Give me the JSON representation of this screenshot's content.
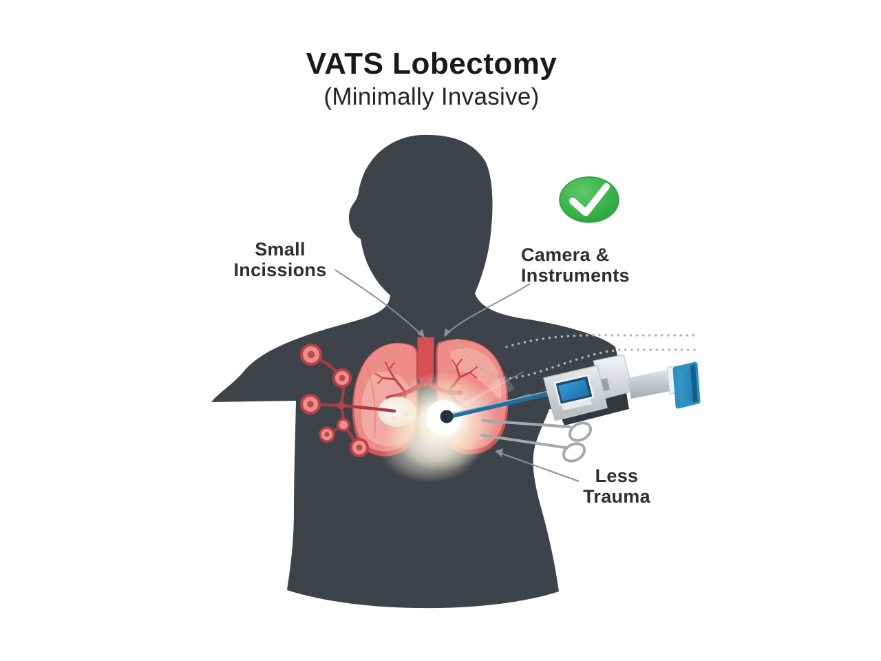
{
  "title": "VATS Lobectomy",
  "subtitle": "(Minimally Invasive)",
  "labels": {
    "small_incisions": {
      "line1": "Small",
      "line2": "Incissions"
    },
    "camera_instruments": {
      "line1": "Camera &",
      "line2": "Instruments"
    },
    "less_trauma": {
      "line1": "Less",
      "line2": "Trauma"
    }
  },
  "icons": {
    "check_icon": "white checkmark in green oval (benefit indicator)",
    "scissors_icon": "surgical scissors outline",
    "camera_device_icon": "thoracoscopic camera instrument",
    "body_silhouette": "dark torso silhouette",
    "lungs_illustration": "pink lungs with tumor and instrument entry glow",
    "port_nodes": "red small-incision port sites network"
  },
  "colors": {
    "bg": "#ffffff",
    "torso": "#3e434a",
    "torso_edge": "#33383e",
    "title_text": "#191919",
    "subtitle_text": "#242424",
    "label_text": "#2e2e2e",
    "check_green": "#3cb54a",
    "check_green_dark": "#2f9e3f",
    "check_mark": "#ffffff",
    "lung_rim": "#cf565c",
    "lung_outer": "#ee8c88",
    "lung_inner": "#f3a9a3",
    "airway": "#c8434a",
    "trachea": "#d65152",
    "vessel": "#a93b42",
    "node_fill": "#ef8d89",
    "node_ring": "#b5414a",
    "glow": "#f7efdc",
    "scope_blue": "#226f9e",
    "tip_navy": "#233240",
    "metal_light": "#eff1f2",
    "metal_mid": "#c3c7ca",
    "metal_dark": "#9aa0a5",
    "screen_border": "#1d4e6e",
    "cap_dark": "#15587f",
    "dotted": "#aeb3b8",
    "leader": "#8b9096",
    "scissors": "#a4a9ad"
  }
}
